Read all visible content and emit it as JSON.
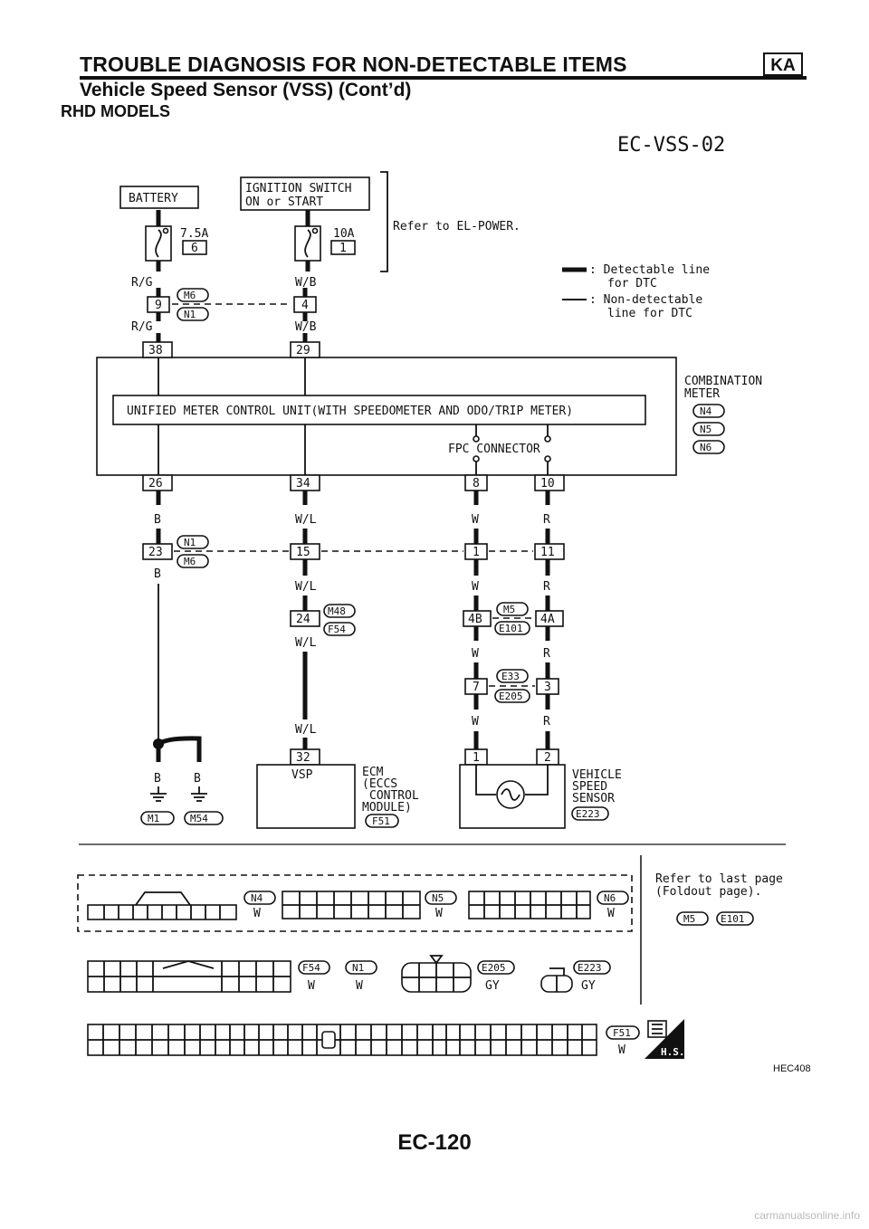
{
  "header": {
    "title": "TROUBLE DIAGNOSIS FOR NON-DETECTABLE ITEMS",
    "badge": "KA",
    "subtitle": "Vehicle Speed Sensor (VSS) (Cont’d)"
  },
  "section_title": "RHD MODELS",
  "diagram": {
    "code": "EC-VSS-02",
    "battery": "BATTERY",
    "ignition_line1": "IGNITION SWITCH",
    "ignition_line2": "ON or START",
    "refer_power": "Refer to EL-POWER.",
    "fuse1_rating": "7.5A",
    "fuse1_no": "6",
    "fuse2_rating": "10A",
    "fuse2_no": "1",
    "legend_detect1": ": Detectable line",
    "legend_detect2": "for DTC",
    "legend_nondetect1": ": Non-detectable",
    "legend_nondetect2": "line for DTC",
    "combo_meter1": "COMBINATION",
    "combo_meter2": "METER",
    "unified_unit": "UNIFIED METER CONTROL UNIT(WITH SPEEDOMETER AND ODO/TRIP METER)",
    "fpc": "FPC CONNECTOR",
    "ecm1": "ECM",
    "ecm2": "(ECCS",
    "ecm3": "CONTROL",
    "ecm4": "MODULE)",
    "vsp": "VSP",
    "vss1": "VEHICLE",
    "vss2": "SPEED",
    "vss3": "SENSOR",
    "conn": {
      "m6": "M6",
      "n1": "N1",
      "n4": "N4",
      "n5": "N5",
      "n6": "N6",
      "m48": "M48",
      "f54": "F54",
      "m5": "M5",
      "e101": "E101",
      "e33": "E33",
      "e205": "E205",
      "e223": "E223",
      "f51": "F51",
      "m1": "M1",
      "m54": "M54"
    },
    "pins": {
      "p9": "9",
      "p4": "4",
      "p38": "38",
      "p29": "29",
      "p26": "26",
      "p34": "34",
      "p8": "8",
      "p10": "10",
      "p23": "23",
      "p15": "15",
      "p1": "1",
      "p11": "11",
      "p24": "24",
      "p4b": "4B",
      "p4a": "4A",
      "p7": "7",
      "p3": "3",
      "p32": "32",
      "p1b": "1",
      "p2": "2"
    },
    "wires": {
      "rg": "R/G",
      "wb": "W/B",
      "b": "B",
      "wl": "W/L",
      "w": "W",
      "r": "R"
    },
    "refer_last1": "Refer to last page",
    "refer_last2": "(Foldout page).",
    "conn_colors": {
      "n4": "W",
      "n5": "W",
      "n6": "W",
      "f54": "W",
      "n1": "W",
      "e205": "GY",
      "e223": "GY",
      "f51": "W"
    },
    "hs": "H.S.",
    "figure_id": "HEC408"
  },
  "footer": {
    "page": "EC-120",
    "watermark": "carmanualsonline.info"
  }
}
